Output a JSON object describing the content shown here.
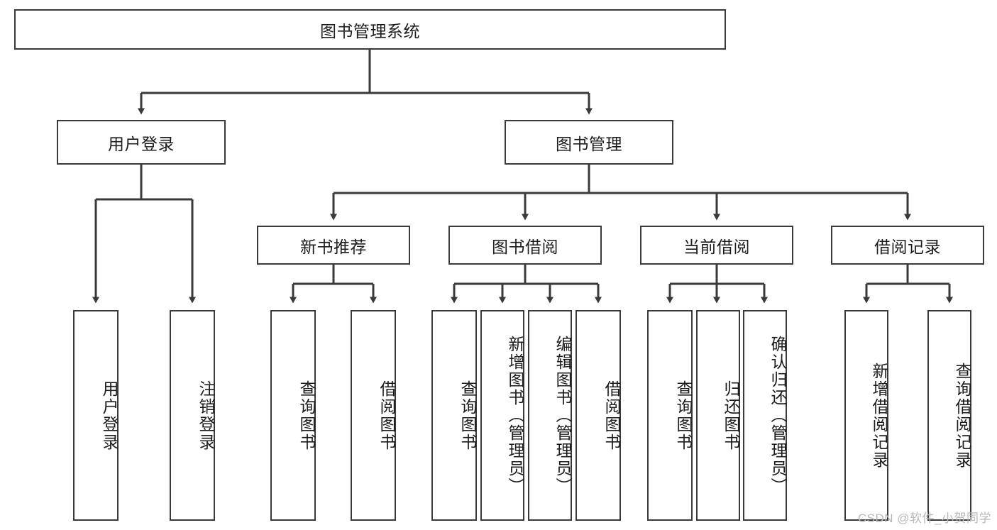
{
  "diagram": {
    "title_node": {
      "label": "图书管理系统"
    },
    "level2": [
      {
        "id": "user-login",
        "label": "用户登录"
      },
      {
        "id": "book-management",
        "label": "图书管理"
      }
    ],
    "level3": [
      {
        "id": "new-book-recommend",
        "label": "新书推荐"
      },
      {
        "id": "book-borrow",
        "label": "图书借阅"
      },
      {
        "id": "current-borrow",
        "label": "当前借阅"
      },
      {
        "id": "borrow-record",
        "label": "借阅记录"
      }
    ],
    "leaves": [
      {
        "id": "leaf-user-login",
        "label": "用户登录"
      },
      {
        "id": "leaf-logout-login",
        "label": "注销登录"
      },
      {
        "id": "leaf-query-book-1",
        "label": "查询图书"
      },
      {
        "id": "leaf-borrow-book-1",
        "label": "借阅图书"
      },
      {
        "id": "leaf-query-book-2",
        "label": "查询图书"
      },
      {
        "id": "leaf-add-book",
        "label": "新增图书（管理员）"
      },
      {
        "id": "leaf-edit-book",
        "label": "编辑图书（管理员）"
      },
      {
        "id": "leaf-borrow-book-2",
        "label": "借阅图书"
      },
      {
        "id": "leaf-query-book-3",
        "label": "查询图书"
      },
      {
        "id": "leaf-return-book",
        "label": "归还图书"
      },
      {
        "id": "leaf-confirm-return",
        "label": "确认归还（管理员）"
      },
      {
        "id": "leaf-add-borrow-record",
        "label": "新增借阅记录"
      },
      {
        "id": "leaf-query-borrow-record",
        "label": "查询借阅记录"
      }
    ]
  },
  "watermark": {
    "text": "CSDN @软件_小贺同学"
  },
  "colors": {
    "stroke": "#3a3a3a",
    "text": "#1c1c1c",
    "background": "#ffffff",
    "watermark": "#b8b8b8"
  }
}
